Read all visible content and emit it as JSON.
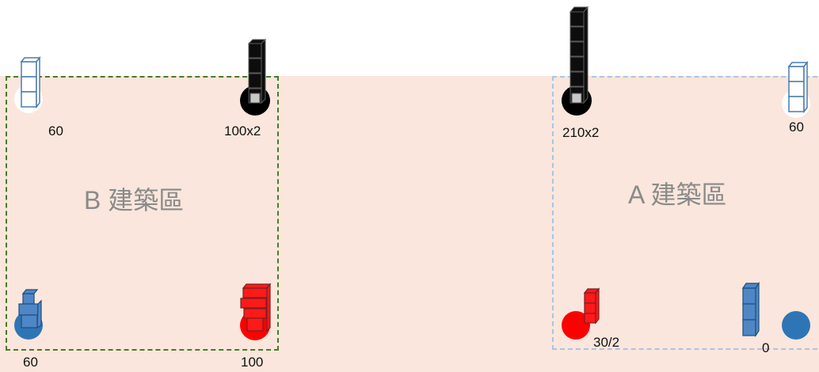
{
  "zones": {
    "b_label": "B 建築區",
    "a_label": "A 建築區"
  },
  "values": {
    "b_top_left": "60",
    "b_top_right": "100x2",
    "b_bottom_left": "60",
    "b_bottom_right": "100",
    "a_top_left": "210x2",
    "a_top_right": "60",
    "a_bottom_left": "30/2",
    "a_bottom_right": "0"
  },
  "colors": {
    "ground": "#fae6dc",
    "zone_b_border": "#4a7a2a",
    "zone_a_border": "#aac4e4",
    "white_token": "#ffffff",
    "black_token": "#000000",
    "blue_token": "#2e75b6",
    "red_token": "#ff0000"
  }
}
